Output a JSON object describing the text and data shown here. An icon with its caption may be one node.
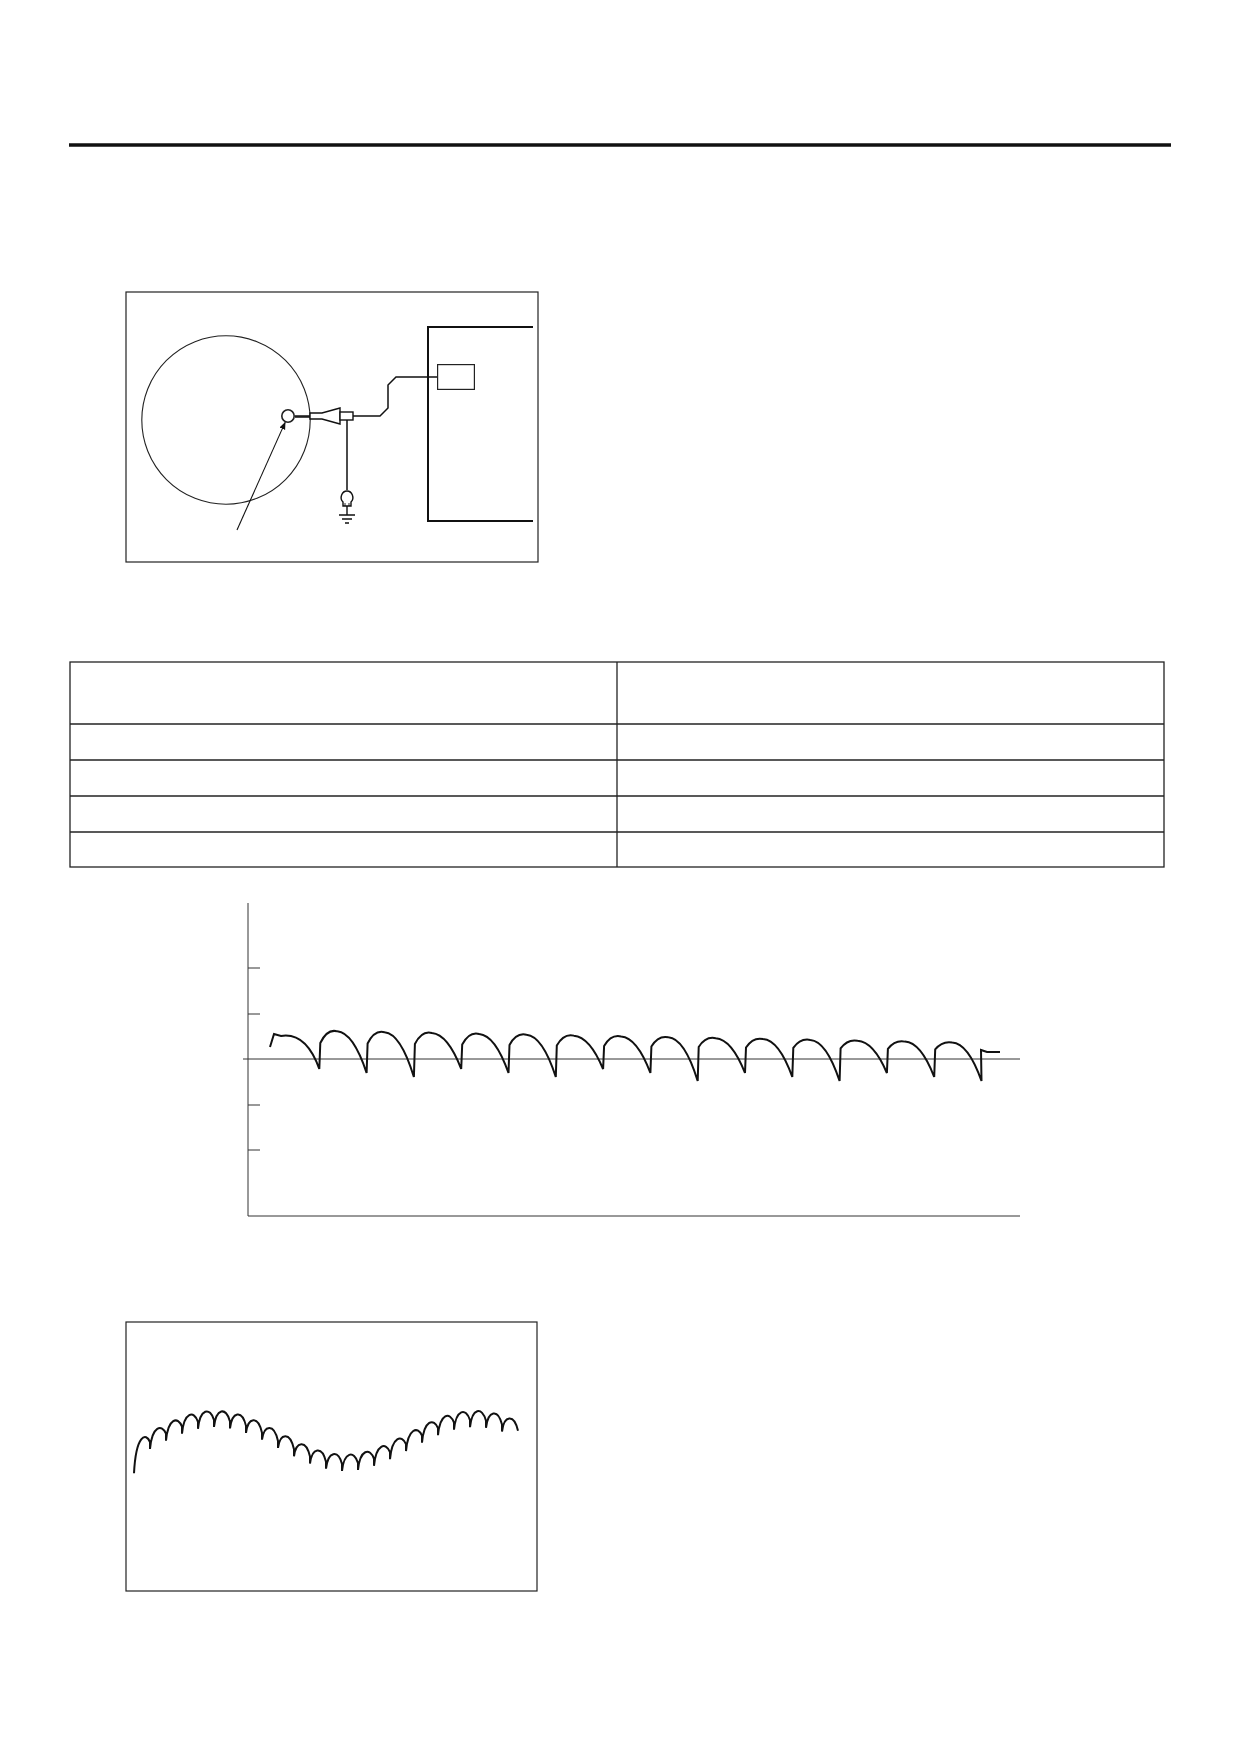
{
  "diagram": {
    "nodes": [
      {
        "text": [],
        "shape": "circle"
      },
      {
        "text": [],
        "shape": "circle",
        "in": 0
      },
      {
        "text": [],
        "shape": "box"
      },
      {
        "text": [],
        "shape": "box",
        "in": 2
      },
      {
        "text": [],
        "shape": "picture"
      }
    ],
    "edges": [
      {
        "from": 1,
        "to": 3,
        "arrow": "none"
      },
      {
        "from": 1,
        "to": 4,
        "arrow": "none"
      },
      {
        "from": null,
        "to": 1,
        "arrow": "to"
      }
    ]
  }
}
